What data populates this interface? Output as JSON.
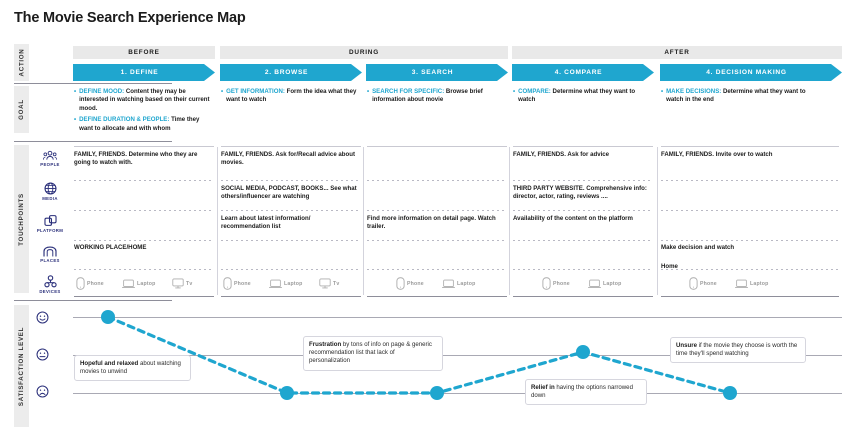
{
  "page": {
    "title": "The Movie Search Experience Map",
    "accent": "#1fa6cf",
    "icon_navy": "#2a2f7a",
    "band_gray": "#e9e9e9"
  },
  "row_labels": {
    "action": "ACTION",
    "goal": "GOAL",
    "touchpoints": "TOUCHPOINTS",
    "satisfaction": "SATISFACTION LEVEL"
  },
  "phases": [
    {
      "label": "BEFORE"
    },
    {
      "label": "DURING"
    },
    {
      "label": "AFTER"
    }
  ],
  "stages": [
    {
      "label": "1. DEFINE"
    },
    {
      "label": "2. BROWSE"
    },
    {
      "label": "3. SEARCH"
    },
    {
      "label": "4. COMPARE"
    },
    {
      "label": "4. DECISION MAKING"
    }
  ],
  "goals": [
    {
      "items": [
        {
          "key": "DEFINE MOOD:",
          "text": " Content they may be interested in watching based on their current mood."
        },
        {
          "key": "DEFINE DURATION & PEOPLE:",
          "text": " Time they want to allocate and with whom"
        }
      ]
    },
    {
      "items": [
        {
          "key": "GET INFORMATION:",
          "text": " Form the idea what they want to watch"
        }
      ]
    },
    {
      "items": [
        {
          "key": "SEARCH FOR SPECIFIC:",
          "text": " Browse brief information about movie"
        }
      ]
    },
    {
      "items": [
        {
          "key": "COMPARE:",
          "text": " Determine what they want to watch"
        }
      ]
    },
    {
      "items": [
        {
          "key": "MAKE DECISIONS:",
          "text": " Determine what they want to watch in the end"
        }
      ]
    }
  ],
  "touchpoint_rows": [
    {
      "icon": "people-icon",
      "label": "PEOPLE"
    },
    {
      "icon": "media-icon",
      "label": "MEDIA"
    },
    {
      "icon": "platform-icon",
      "label": "PLATFORM"
    },
    {
      "icon": "places-icon",
      "label": "PLACES"
    },
    {
      "icon": "devices-icon",
      "label": "DEVICES"
    }
  ],
  "touchpoints": {
    "people": [
      "FAMILY, FRIENDS. Determine who they are going to watch with.",
      "FAMILY, FRIENDS. Ask for/Recall advice about movies.",
      "",
      "FAMILY, FRIENDS. Ask for advice",
      "FAMILY, FRIENDS. Invite over to watch"
    ],
    "media": [
      "",
      "SOCIAL MEDIA, PODCAST, BOOKS... See what others/influencer are watching",
      "",
      "THIRD PARTY WEBSITE. Comprehensive info: director, actor, rating, reviews ....",
      ""
    ],
    "platform": [
      "",
      "Learn about latest  information/ recommendation list",
      "Find more information on detail page. Watch trailer.",
      "Availability of the content on the platform",
      "Make decision and watch"
    ],
    "places": [
      "WORKING PLACE/HOME",
      "",
      "",
      "",
      "Home"
    ]
  },
  "devices": [
    [
      "Phone",
      "Laptop",
      "Tv"
    ],
    [
      "Phone",
      "Laptop",
      "Tv"
    ],
    [
      "Phone",
      "Laptop"
    ],
    [
      "Phone",
      "Laptop"
    ],
    [
      "Phone",
      "Laptop"
    ]
  ],
  "satisfaction_faces": [
    {
      "icon": "happy-face-icon",
      "level": "happy"
    },
    {
      "icon": "neutral-face-icon",
      "level": "neutral"
    },
    {
      "icon": "sad-face-icon",
      "level": "sad"
    }
  ],
  "chart_data": {
    "type": "line",
    "title": "Satisfaction Level",
    "categories": [
      "1. DEFINE",
      "2. BROWSE",
      "3. SEARCH",
      "4. COMPARE",
      "4. DECISION MAKING"
    ],
    "ytick_labels": [
      "happy",
      "neutral",
      "sad"
    ],
    "yvalues_numeric": [
      3,
      1,
      1,
      2,
      1
    ],
    "ylim": [
      1,
      3
    ],
    "grid": true,
    "legend": "none",
    "xlabel": "",
    "ylabel": "SATISFACTION LEVEL",
    "points": [
      {
        "stage": "1. DEFINE",
        "level": "happy",
        "x": 108,
        "y": 317
      },
      {
        "stage": "2. BROWSE",
        "level": "sad",
        "x": 287,
        "y": 393
      },
      {
        "stage": "3. SEARCH",
        "level": "sad",
        "x": 437,
        "y": 393
      },
      {
        "stage": "4. COMPARE",
        "level": "neutral",
        "x": 583,
        "y": 352
      },
      {
        "stage": "4. DECISION MAKING",
        "level": "sad",
        "x": 730,
        "y": 393
      }
    ]
  },
  "callouts": [
    {
      "name": "callout-hopeful",
      "bold": "Hopeful and relaxed",
      "text": " about watching movies to unwind"
    },
    {
      "name": "callout-frustration",
      "bold": "Frustration",
      "text": " by tons of info on page & generic recommendation list that lack of personalization"
    },
    {
      "name": "callout-relief",
      "bold": "Relief in",
      "text": " having the options narrowed down"
    },
    {
      "name": "callout-unsure",
      "bold": "Unsure",
      "text": " if the movie they choose is worth the time they'll spend watching"
    }
  ]
}
